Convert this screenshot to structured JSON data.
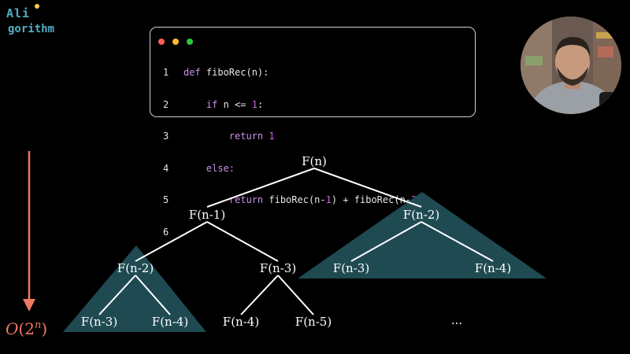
{
  "logo": {
    "line1": "Ali",
    "line2": "gorithm"
  },
  "code_window": {
    "line_numbers": [
      "1",
      "2",
      "3",
      "4",
      "5",
      "6"
    ],
    "line1": {
      "def": "def",
      "sig": " fiboRec(n):"
    },
    "line2": {
      "if": "if",
      "cond": " n <= ",
      "one": "1",
      "colon": ":"
    },
    "line3": {
      "ret": "return",
      "one": "1"
    },
    "line4": {
      "else": "else:"
    },
    "line5": {
      "ret": "return",
      "call1": " fiboRec(n-",
      "one": "1",
      "plus": ") + fiboRec(n-",
      "two": "2",
      "end": ")"
    },
    "line6": ""
  },
  "tree": {
    "nodes": [
      "F(n)",
      "F(n-1)",
      "F(n-2)",
      "F(n-2)",
      "F(n-3)",
      "F(n-3)",
      "F(n-4)",
      "F(n-3)",
      "F(n-4)",
      "F(n-4)",
      "F(n-5)"
    ],
    "ellipsis": "..."
  },
  "complexity": {
    "O": "O",
    "base": "(2",
    "exp": "n",
    "close": ")"
  },
  "colors": {
    "accent": "#ef7a61",
    "triangle": "#1f4a52",
    "logo": "#4fb0c6",
    "keyword": "#c792ea"
  }
}
